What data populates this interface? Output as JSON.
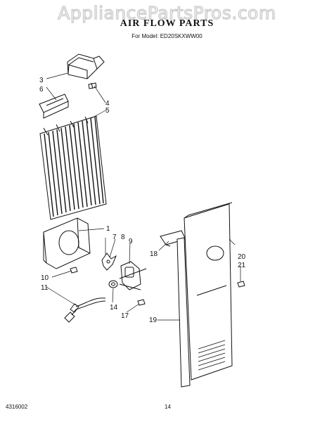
{
  "watermark": "AppliancePartsPros.com",
  "title": "AIR FLOW PARTS",
  "model": "For Model: ED20SKXWW00",
  "callouts": [
    "1",
    "3",
    "4",
    "5",
    "6",
    "7",
    "8",
    "9",
    "10",
    "11",
    "14",
    "17",
    "18",
    "19",
    "20",
    "21"
  ],
  "footer": {
    "doc_number": "4316002",
    "page": "14"
  }
}
